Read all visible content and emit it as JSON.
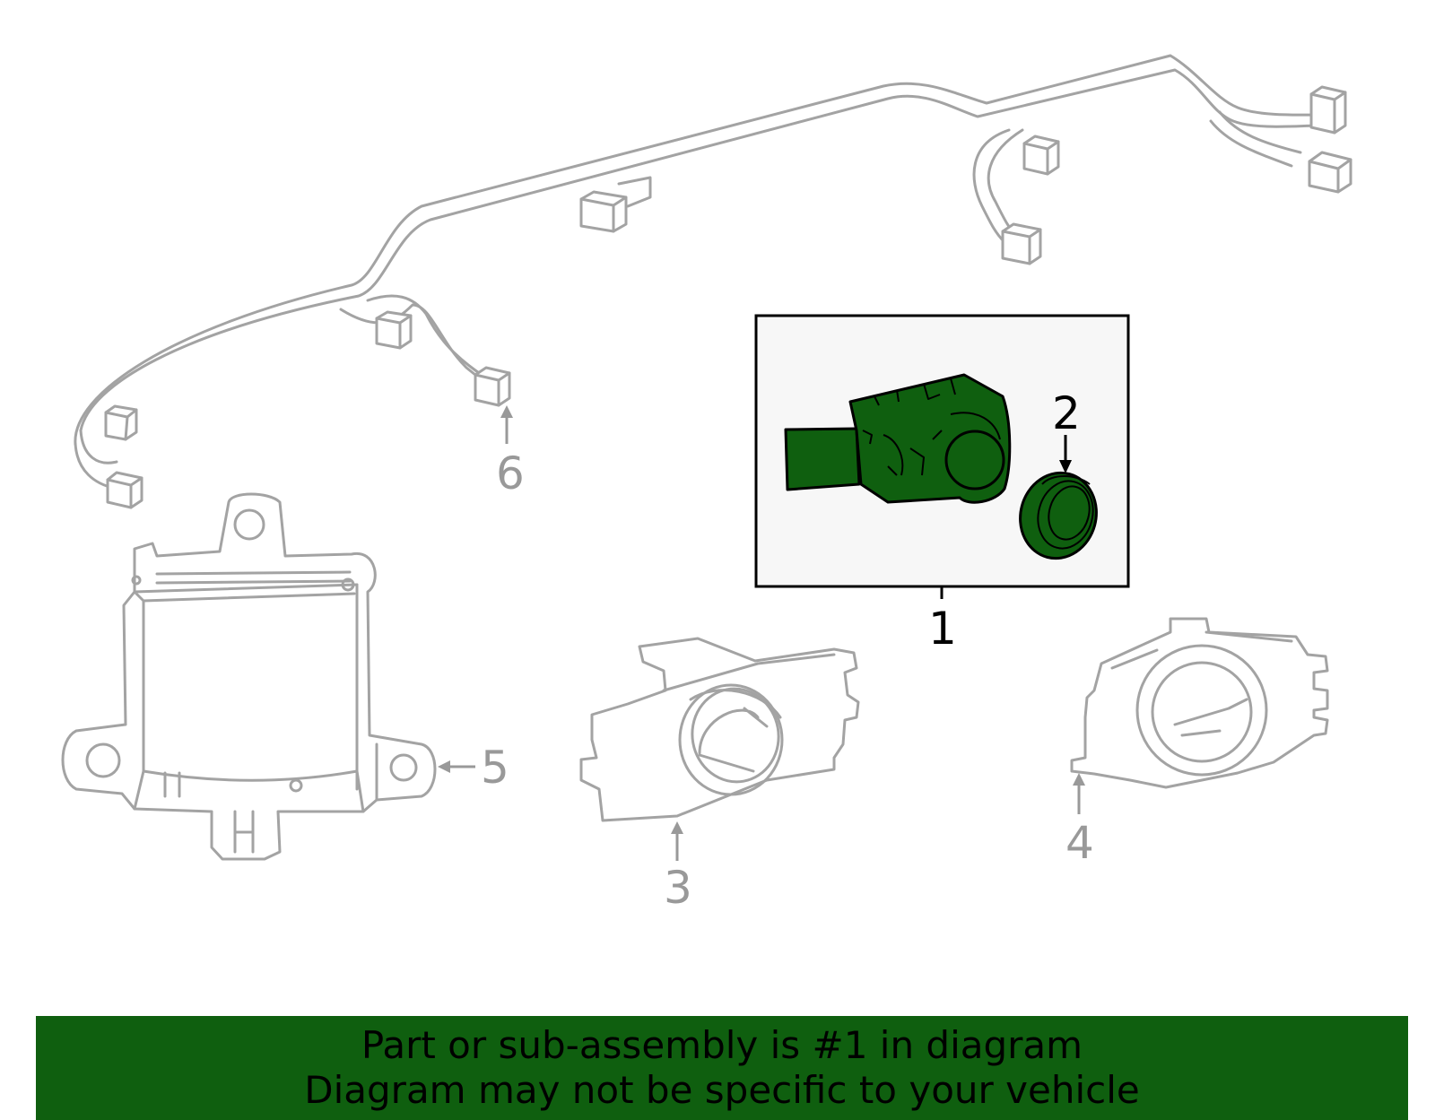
{
  "callouts": {
    "part_1": "1",
    "part_2": "2",
    "part_3": "3",
    "part_4": "4",
    "part_5": "5",
    "part_6": "6"
  },
  "banner": {
    "line1": "Part or sub-assembly is #1 in diagram",
    "line2": "Diagram may not be specific to your vehicle"
  },
  "colors": {
    "highlight_green": "#0f5f0f",
    "line_grey": "#a3a3a3",
    "callout_grey": "#999999",
    "box_fill": "#f7f7f7"
  }
}
